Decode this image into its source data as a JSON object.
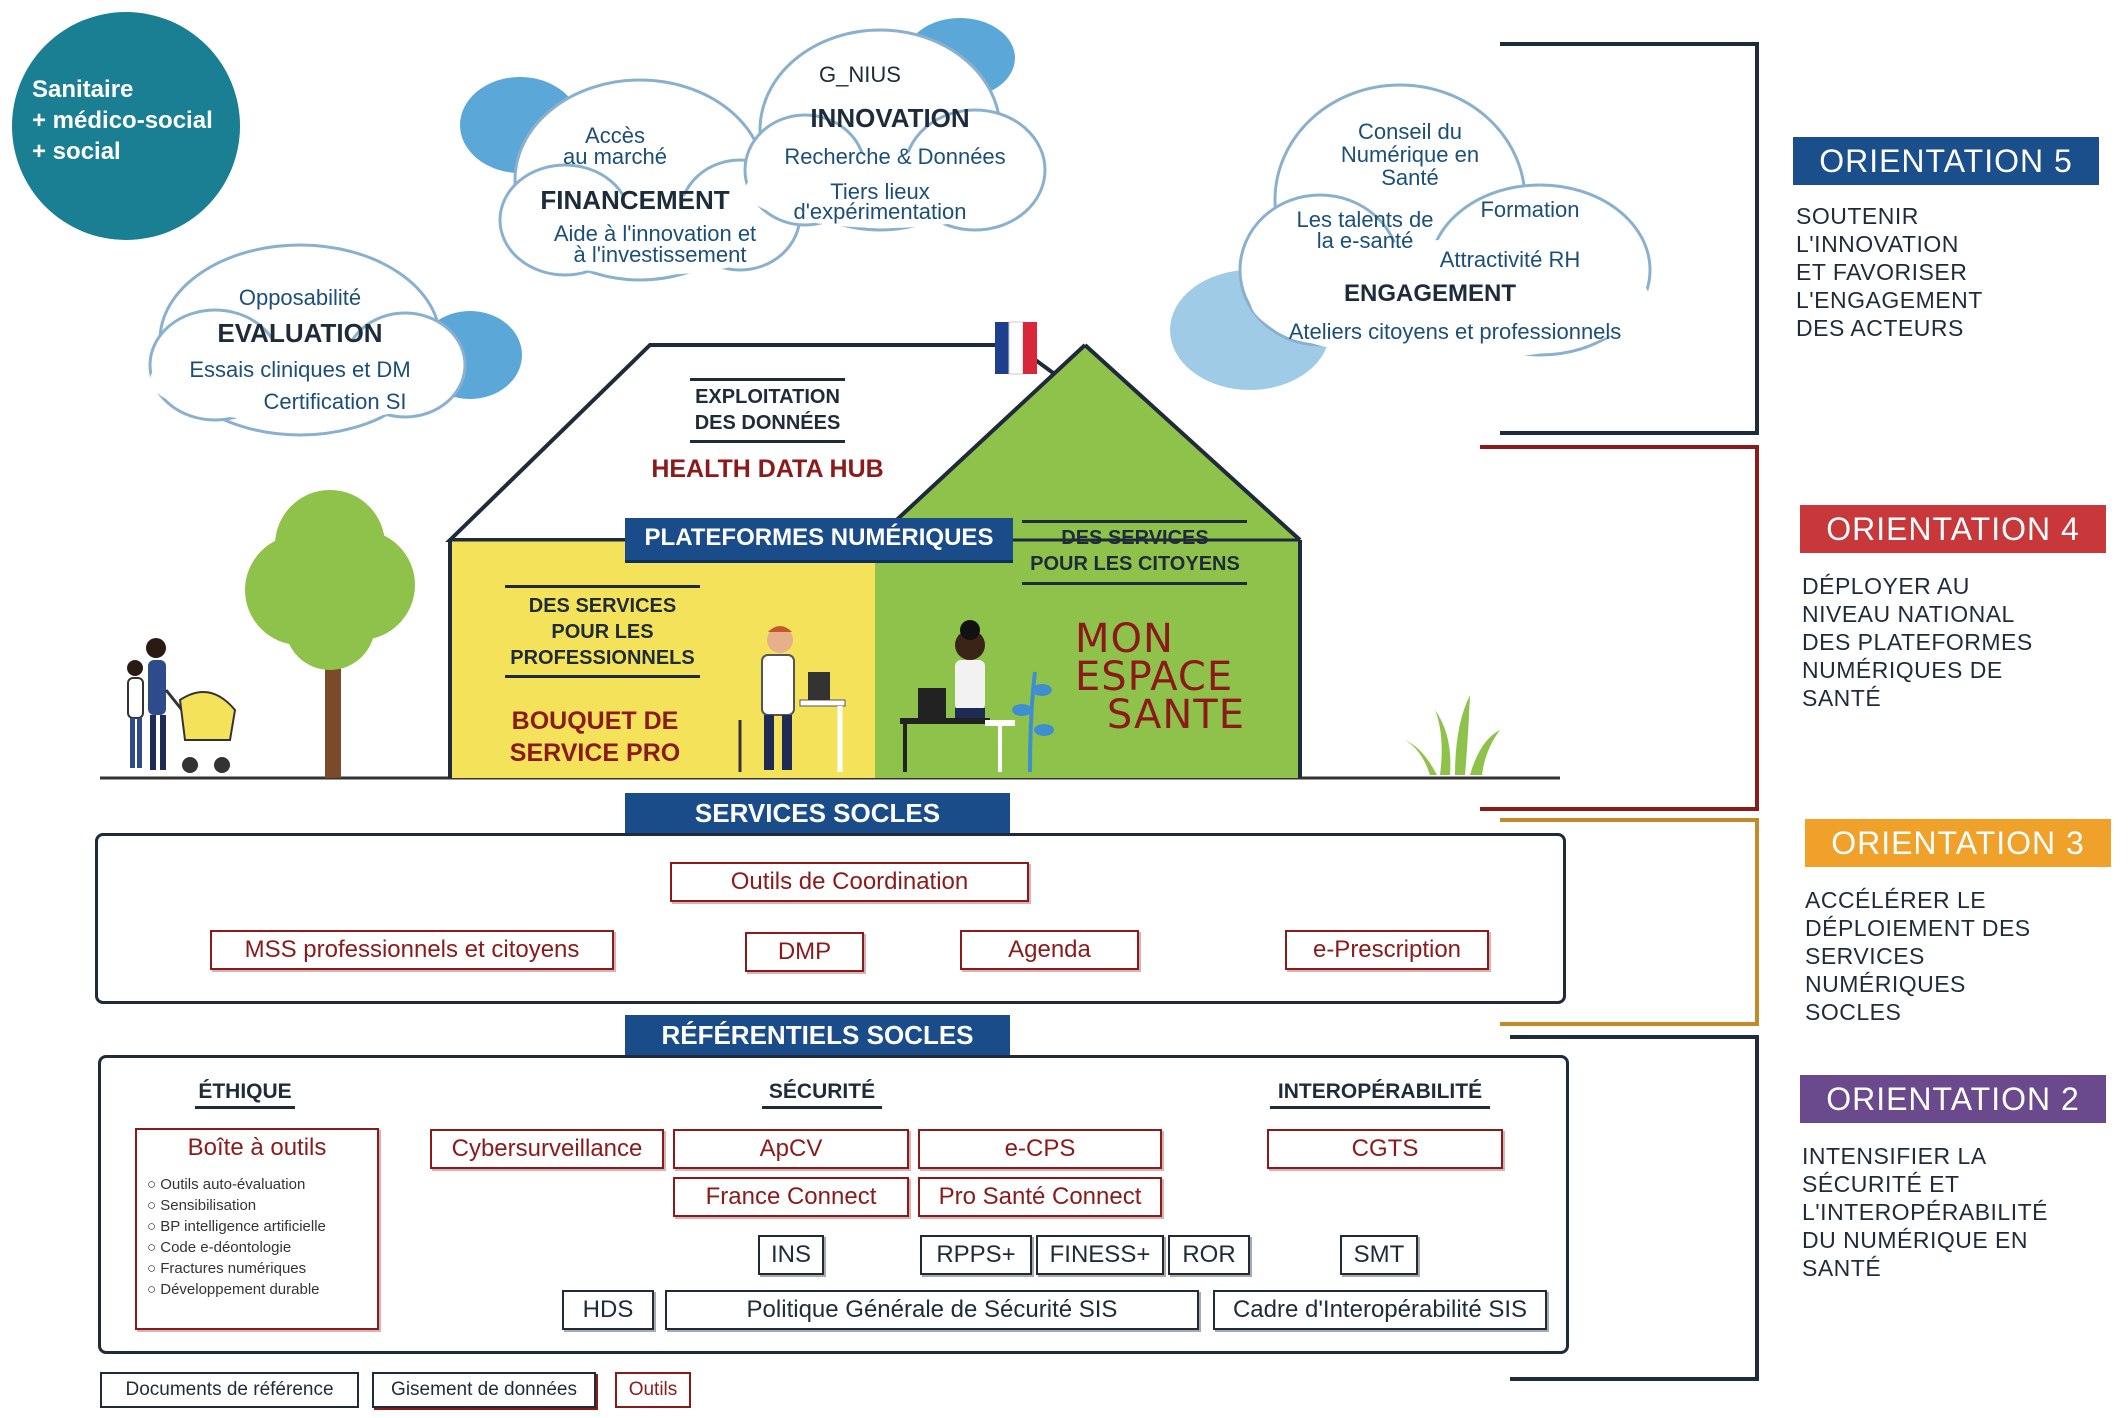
{
  "sector_circle": {
    "lines": [
      "Sanitaire",
      "+ médico-social",
      "+ social"
    ]
  },
  "clouds": {
    "evaluation": {
      "top": "Opposabilité",
      "title": "EVALUATION",
      "line1": "Essais cliniques et DM",
      "line2": "Certification SI"
    },
    "financement": {
      "top1": "Accès",
      "top2": "au marché",
      "title": "FINANCEMENT",
      "line1": "Aide à l'innovation et",
      "line2": "à l'investissement"
    },
    "innovation": {
      "top": "G_NIUS",
      "title": "INNOVATION",
      "line1": "Recherche & Données",
      "line2": "Tiers lieux",
      "line3": "d'expérimentation"
    },
    "engagement": {
      "top1": "Conseil du",
      "top2": "Numérique en",
      "top3": "Santé",
      "talents1": "Les talents de",
      "talents2": "la e-santé",
      "formation": "Formation",
      "rh": "Attractivité RH",
      "title": "ENGAGEMENT",
      "bottom": "Ateliers citoyens et professionnels"
    }
  },
  "house": {
    "exploitation1": "EXPLOITATION",
    "exploitation2": "DES DONNÉES",
    "health_data_hub": "HEALTH DATA HUB",
    "plateformes": "PLATEFORMES NUMÉRIQUES",
    "pro1": "DES SERVICES",
    "pro2": "POUR LES",
    "pro3": "PROFESSIONNELS",
    "bouquet1": "BOUQUET DE",
    "bouquet2": "SERVICE PRO",
    "cit1": "DES SERVICES",
    "cit2": "POUR LES CITOYENS",
    "mes1": "MON",
    "mes2": "ESPACE",
    "mes3": "SANTE"
  },
  "services_socles": {
    "title": "SERVICES SOCLES",
    "coordination": "Outils de Coordination",
    "mss": "MSS professionnels et citoyens",
    "dmp": "DMP",
    "agenda": "Agenda",
    "eprescription": "e-Prescription"
  },
  "referentiels_socles": {
    "title": "RÉFÉRENTIELS SOCLES",
    "ethique": "ÉTHIQUE",
    "securite": "SÉCURITÉ",
    "interop": "INTEROPÉRABILITÉ",
    "boite": "Boîte à outils",
    "boite_items": [
      "Outils auto-évaluation",
      "Sensibilisation",
      "BP intelligence artificielle",
      "Code e-déontologie",
      "Fractures numériques",
      "Développement durable"
    ],
    "cybersurveillance": "Cybersurveillance",
    "apcv": "ApCV",
    "ecps": "e-CPS",
    "cgts": "CGTS",
    "franceconnect": "France Connect",
    "prosanteconnect": "Pro Santé Connect",
    "ins": "INS",
    "rpps": "RPPS+",
    "finess": "FINESS+",
    "ror": "ROR",
    "smt": "SMT",
    "hds": "HDS",
    "pgssi": "Politique Générale de Sécurité SIS",
    "cisis": "Cadre d'Interopérabilité SIS"
  },
  "legend": {
    "documents": "Documents de référence",
    "gisement": "Gisement de données",
    "outils": "Outils"
  },
  "orientations": [
    {
      "badge": "ORIENTATION 5",
      "color": "#1b4f8c",
      "lines": [
        "SOUTENIR",
        "L'INNOVATION",
        "ET FAVORISER",
        "L'ENGAGEMENT",
        "DES ACTEURS"
      ]
    },
    {
      "badge": "ORIENTATION 4",
      "color": "#c8373a",
      "lines": [
        "DÉPLOYER AU",
        "NIVEAU NATIONAL",
        "DES PLATEFORMES",
        "NUMÉRIQUES DE",
        "SANTÉ"
      ]
    },
    {
      "badge": "ORIENTATION 3",
      "color": "#f0a12a",
      "lines": [
        "ACCÉLÉRER LE",
        "DÉPLOIEMENT DES",
        "SERVICES",
        "NUMÉRIQUES",
        "SOCLES"
      ]
    },
    {
      "badge": "ORIENTATION 2",
      "color": "#6a4a8c",
      "lines": [
        "INTENSIFIER LA",
        "SÉCURITÉ ET",
        "L'INTEROPÉRABILITÉ",
        "DU NUMÉRIQUE EN",
        "SANTÉ"
      ]
    }
  ]
}
